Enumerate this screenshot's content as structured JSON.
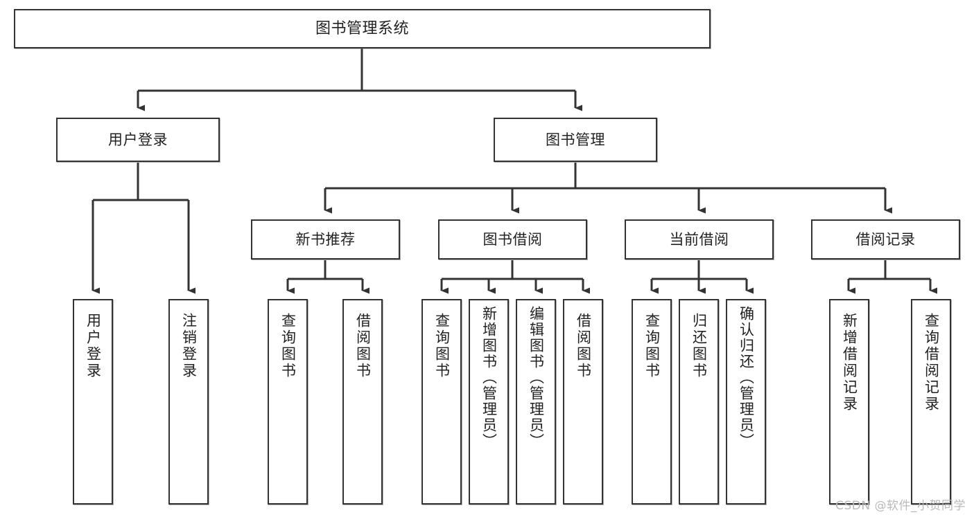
{
  "diagram": {
    "title": "图书管理系统",
    "type": "tree",
    "watermark": "CSDN @软件_小贺同学",
    "colors": {
      "node_border": "#333333",
      "node_fill": "#ffffff",
      "edge": "#333333",
      "text": "#222222",
      "watermark": "#b9b9b9"
    },
    "levels": {
      "root": {
        "label": "图书管理系统"
      },
      "level2": [
        {
          "label": "用户登录"
        },
        {
          "label": "图书管理"
        }
      ],
      "level3": [
        {
          "label": "新书推荐"
        },
        {
          "label": "图书借阅"
        },
        {
          "label": "当前借阅"
        },
        {
          "label": "借阅记录"
        }
      ],
      "leaves": {
        "user_login": [
          {
            "label": "用户登录"
          },
          {
            "label": "注销登录"
          }
        ],
        "new_book_recommend": [
          {
            "label": "查询图书"
          },
          {
            "label": "借阅图书"
          }
        ],
        "book_borrow": [
          {
            "label": "查询图书"
          },
          {
            "label": "新增图书（管理员）"
          },
          {
            "label": "编辑图书（管理员）"
          },
          {
            "label": "借阅图书"
          }
        ],
        "current_borrow": [
          {
            "label": "查询图书"
          },
          {
            "label": "归还图书"
          },
          {
            "label": "确认归还（管理员）"
          }
        ],
        "borrow_record": [
          {
            "label": "新增借阅记录"
          },
          {
            "label": "查询借阅记录"
          }
        ]
      }
    }
  }
}
